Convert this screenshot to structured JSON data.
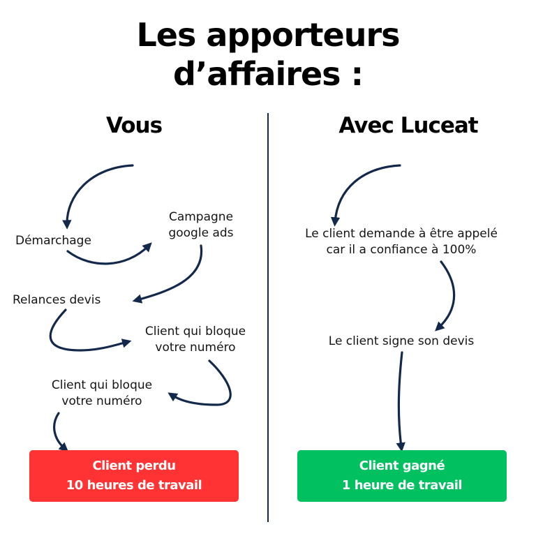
{
  "title": {
    "line1": "Les apporteurs",
    "line2": "d’affaires :"
  },
  "left_column": {
    "heading": "Vous",
    "steps": [
      {
        "label": "Démarchage"
      },
      {
        "label_line1": "Campagne",
        "label_line2": "google ads"
      },
      {
        "label": "Relances devis"
      },
      {
        "label_line1": "Client qui bloque",
        "label_line2": "votre numéro"
      },
      {
        "label_line1": "Client qui bloque",
        "label_line2": "votre numéro"
      }
    ],
    "outcome": {
      "line1": "Client perdu",
      "line2": "10 heures de travail",
      "color": "#ff3333"
    }
  },
  "right_column": {
    "heading": "Avec Luceat",
    "steps": [
      {
        "label_line1": "Le client demande à être appelé",
        "label_line2": "car il a confiance à 100%"
      },
      {
        "label": "Le client signe son devis"
      }
    ],
    "outcome": {
      "line1": "Client gagné",
      "line2": "1 heure de travail",
      "color": "#00c060"
    }
  },
  "colors": {
    "arrow": "#13294b",
    "divider": "#13294b",
    "text": "#141414"
  }
}
